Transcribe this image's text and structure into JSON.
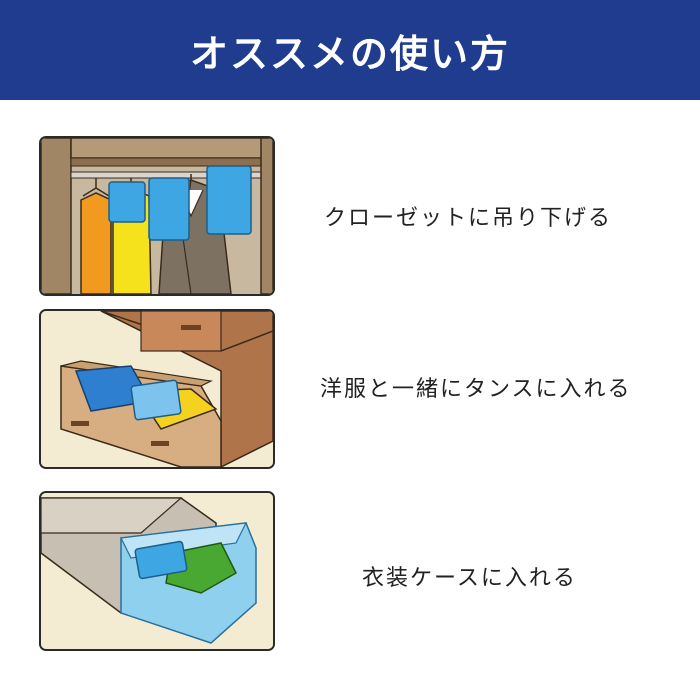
{
  "header": {
    "title": "オススメの使い方",
    "background": "#1f3c8f",
    "text_color": "#ffffff"
  },
  "rows": [
    {
      "caption": "クローゼットに吊り下げる",
      "illustration": "closet-hanging-illustration"
    },
    {
      "caption": "洋服と一緒にタンスに入れる",
      "illustration": "dresser-drawer-illustration"
    },
    {
      "caption": "衣装ケースに入れる",
      "illustration": "storage-case-illustration"
    }
  ]
}
